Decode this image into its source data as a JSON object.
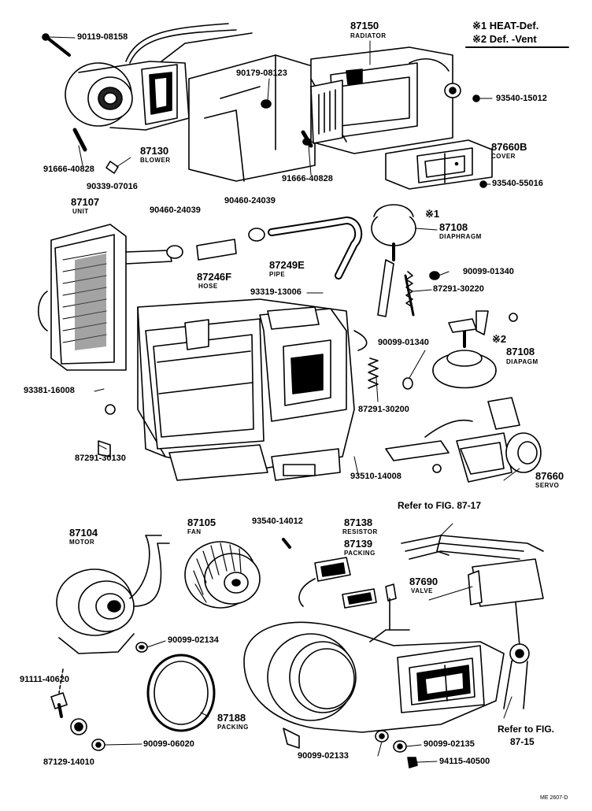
{
  "legend": {
    "line1": "※1 HEAT-Def.",
    "line2": "※2 Def. -Vent"
  },
  "parts": [
    {
      "id": "p90119_08158",
      "number": "90119-08158",
      "name": ""
    },
    {
      "id": "p87150",
      "number": "87150",
      "name": "RADIATOR"
    },
    {
      "id": "p90179_08123",
      "number": "90179-08123",
      "name": ""
    },
    {
      "id": "p93540_15012",
      "number": "93540-15012",
      "name": ""
    },
    {
      "id": "p87130",
      "number": "87130",
      "name": "BLOWER"
    },
    {
      "id": "p91666_40828a",
      "number": "91666-40828",
      "name": ""
    },
    {
      "id": "p90339_07016",
      "number": "90339-07016",
      "name": ""
    },
    {
      "id": "p91666_40828b",
      "number": "91666-40828",
      "name": ""
    },
    {
      "id": "p87660B",
      "number": "87660B",
      "name": "COVER"
    },
    {
      "id": "p93540_55016",
      "number": "93540-55016",
      "name": ""
    },
    {
      "id": "p87107",
      "number": "87107",
      "name": "UNIT"
    },
    {
      "id": "p90460_24039a",
      "number": "90460-24039",
      "name": ""
    },
    {
      "id": "p90460_24039b",
      "number": "90460-24039",
      "name": ""
    },
    {
      "id": "p87108a",
      "number": "87108",
      "name": "DIAPHRAGM"
    },
    {
      "id": "p87249E",
      "number": "87249E",
      "name": "PIPE"
    },
    {
      "id": "p87246F",
      "number": "87246F",
      "name": "HOSE"
    },
    {
      "id": "p90099_01340a",
      "number": "90099-01340",
      "name": ""
    },
    {
      "id": "p87291_30220",
      "number": "87291-30220",
      "name": ""
    },
    {
      "id": "p93319_13006",
      "number": "93319-13006",
      "name": ""
    },
    {
      "id": "p90099_01340b",
      "number": "90099-01340",
      "name": ""
    },
    {
      "id": "p87108b",
      "number": "87108",
      "name": "DIAPAGM"
    },
    {
      "id": "p93381_16008",
      "number": "93381-16008",
      "name": ""
    },
    {
      "id": "p87291_30200",
      "number": "87291-30200",
      "name": ""
    },
    {
      "id": "p87291_30130",
      "number": "87291-30130",
      "name": ""
    },
    {
      "id": "p93510_14008",
      "number": "93510-14008",
      "name": ""
    },
    {
      "id": "p87660",
      "number": "87660",
      "name": "SERVO"
    },
    {
      "id": "p87104",
      "number": "87104",
      "name": "MOTOR"
    },
    {
      "id": "p87105",
      "number": "87105",
      "name": "FAN"
    },
    {
      "id": "p93540_14012",
      "number": "93540-14012",
      "name": ""
    },
    {
      "id": "p87138",
      "number": "87138",
      "name": "RESISTOR"
    },
    {
      "id": "p87139",
      "number": "87139",
      "name": "PACKING"
    },
    {
      "id": "p87690",
      "number": "87690",
      "name": "VALVE"
    },
    {
      "id": "p90099_02134",
      "number": "90099-02134",
      "name": ""
    },
    {
      "id": "p91111_40620",
      "number": "91111-40620",
      "name": ""
    },
    {
      "id": "p87188",
      "number": "87188",
      "name": "PACKING"
    },
    {
      "id": "p90099_06020",
      "number": "90099-06020",
      "name": ""
    },
    {
      "id": "p87129_14010",
      "number": "87129-14010",
      "name": ""
    },
    {
      "id": "p90099_02133",
      "number": "90099-02133",
      "name": ""
    },
    {
      "id": "p90099_02135",
      "number": "90099-02135",
      "name": ""
    },
    {
      "id": "p94115_40500",
      "number": "94115-40500",
      "name": ""
    }
  ],
  "markers": {
    "mark1": "※1",
    "mark2": "※2"
  },
  "refs": {
    "ref_top": "Refer to FIG. 87-17",
    "ref_bottom_1": "Refer to FIG.",
    "ref_bottom_2": "87-15"
  },
  "code": "ME 2607-D"
}
